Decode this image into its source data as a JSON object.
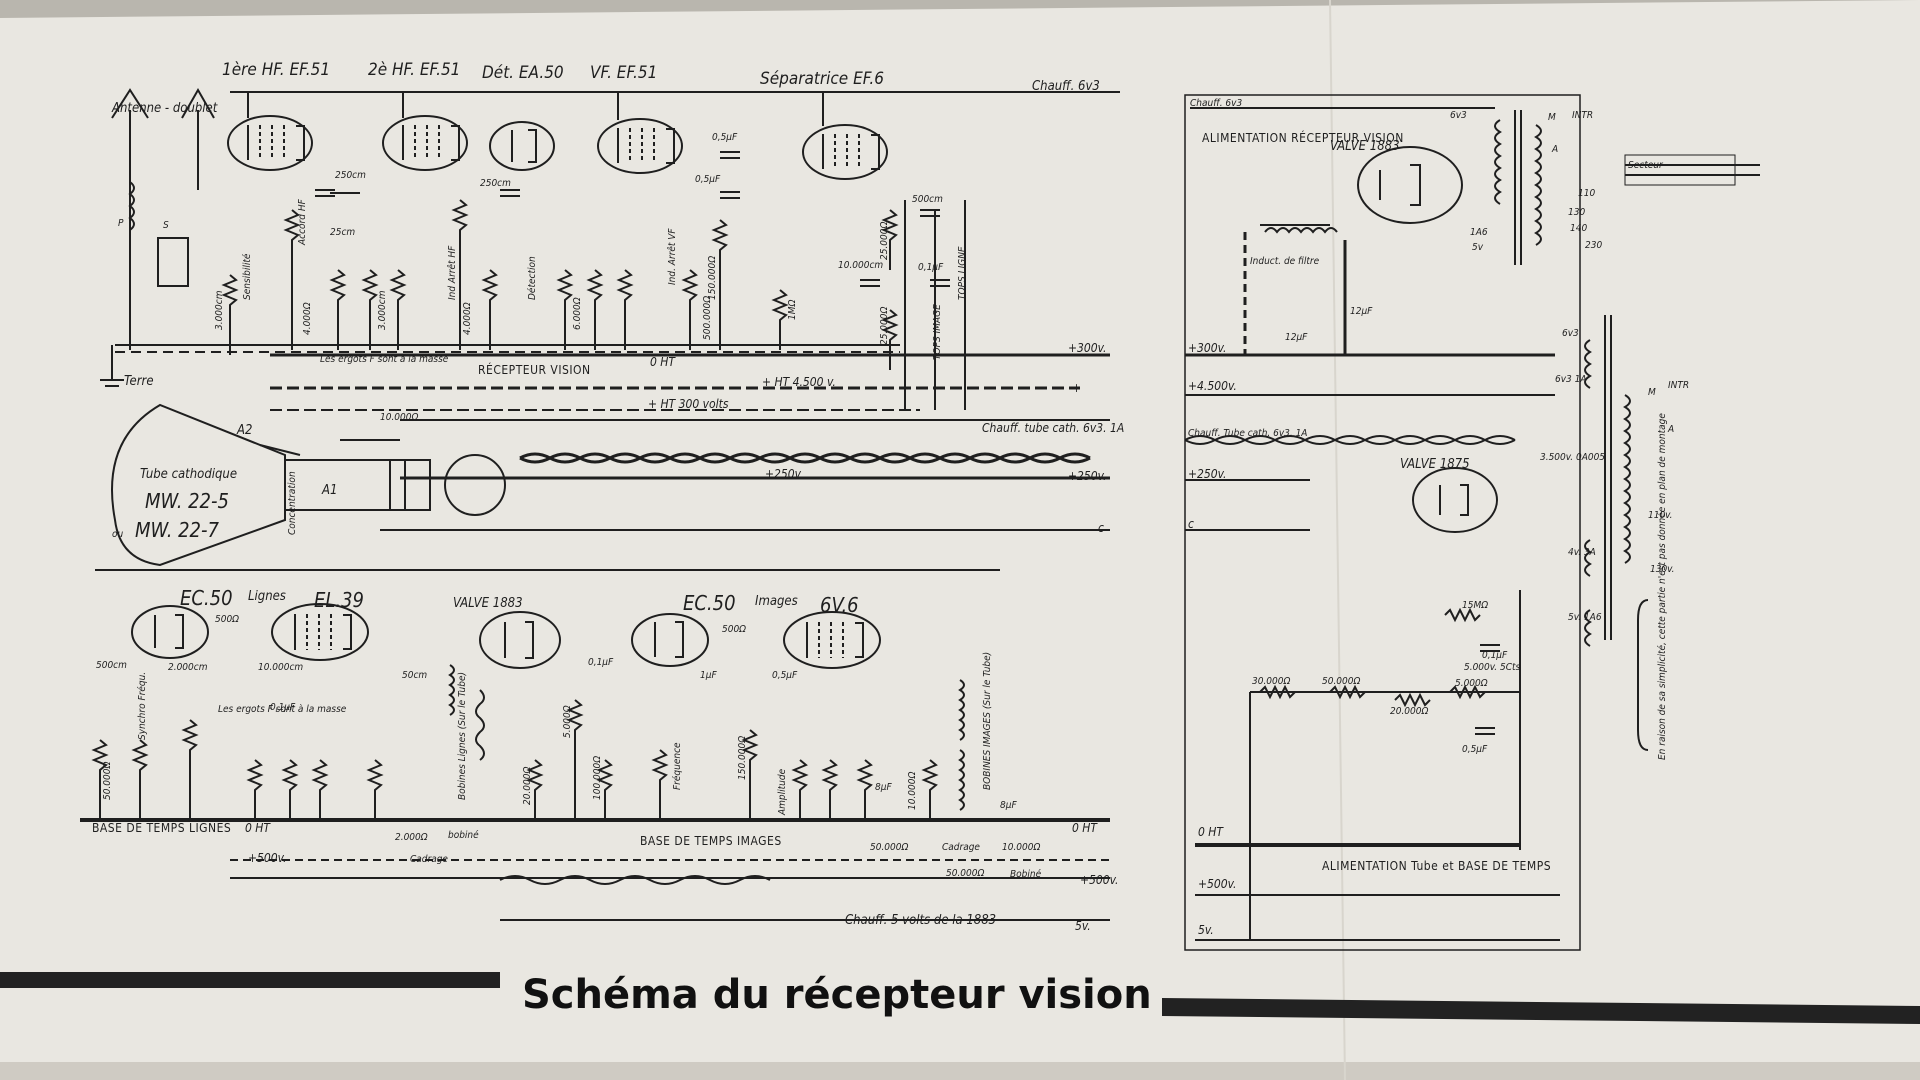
{
  "title": "Schéma du récepteur vision",
  "colors": {
    "paper": "#eae8e2",
    "ink": "#1f1f1f",
    "shadow": "#b9b6ae"
  },
  "left": {
    "tube_headers": {
      "hf1": "1ère HF. EF.51",
      "hf2": "2è HF. EF.51",
      "det": "Dét. EA.50",
      "vf": "VF. EF.51",
      "sep": "Séparatrice EF.6",
      "chauff": "Chauff. 6v3"
    },
    "antenna": "Antenne - doublet",
    "earth": "Terre",
    "components_top": {
      "p": "P",
      "s": "S",
      "sensibilite": "Sensibilité",
      "accord": "Accord HF",
      "c250a": "250cm",
      "c25": "25cm",
      "arret": "Ind Arrêt HF",
      "c250b": "250cm",
      "detection": "Détection",
      "c05a": "0,5µF",
      "c05b": "0,5µF",
      "arret_vf": "Ind. Arrêt VF",
      "c500": "500cm",
      "r25000a": "25.000Ω",
      "r25000b": "25.000Ω",
      "c10000": "10.000cm",
      "c01": "0,1µF",
      "r1m": "1MΩ",
      "tops_ligne": "TOPS LIGNE",
      "tops_image": "TOPS IMAGE",
      "r3000a": "3.000cm",
      "r4000a": "4.000Ω",
      "r3000b": "3.000cm",
      "r4000b": "4.000Ω",
      "r6000": "6.000Ω",
      "r150k": "150.000Ω",
      "r500k": "500.000Ω"
    },
    "recepteur_label": "RÉCEPTEUR VISION",
    "masse_note": "Les ergots F sont à la masse",
    "buses": {
      "b300": "+300v.",
      "ht4500": "+ HT 4.500 v.",
      "ht300": "+ HT 300 volts",
      "oht": "0 HT",
      "b250": "+250v.",
      "plus": "+",
      "c": "c",
      "chauff_tube": "Chauff. tube cath. 6v3. 1A"
    },
    "crt": {
      "name": "Tube cathodique",
      "model1": "MW. 22-5",
      "ou": "ou",
      "model2": "MW. 22-7",
      "a2": "A2",
      "a1": "A1",
      "concentration": "Concentration",
      "r10000": "10.000Ω"
    },
    "timebase": {
      "ec50a": "EC.50",
      "lignes": "Lignes",
      "el39": "EL.39",
      "valve1883": "VALVE 1883",
      "ec50b": "EC.50",
      "images": "Images",
      "v6": "6V.6",
      "r500a": "500Ω",
      "r500b": "500Ω",
      "c500": "500cm",
      "c2000": "2.000cm",
      "c10000": "10.000cm",
      "synchro": "Synchro Fréqu.",
      "c01a": "0,1µF",
      "c01b": "0,1µF",
      "c1": "1µF",
      "c05": "0,5µF",
      "c50": "50cm",
      "bobines": "Bobines Lignes (Sur le Tube)",
      "bobines_img": "BOBINES IMAGES (Sur le Tube)",
      "frequence": "Fréquence",
      "amplitude": "Amplitude",
      "c8a": "8µF",
      "c8b": "8µF",
      "r5000": "5.000Ω",
      "r50000": "50.000Ω",
      "r100000": "100.000Ω",
      "r150000": "150.000Ω",
      "r20000": "20.000Ω",
      "r10000": "10.000Ω",
      "ergots": "Les ergots F sont à la masse",
      "base_lignes": "BASE DE TEMPS LIGNES",
      "base_images": "BASE DE TEMPS IMAGES",
      "oht_a": "0 HT",
      "oht_b": "0 HT",
      "b500a": "+500v.",
      "b500b": "+500v.",
      "r2000": "2.000Ω",
      "bobine": "bobiné",
      "cadrage_a": "Cadrage",
      "r50000b": "50.000Ω",
      "cadrage_b": "Cadrage",
      "r10000b": "10.000Ω",
      "bobine_b": "Bobiné",
      "r50000c": "50.000Ω",
      "chauff_1883": "Chauff. 5 volts de la 1883",
      "v5": "5v."
    }
  },
  "right": {
    "chauff": "Chauff. 6v3",
    "alimentation": "ALIMENTATION RÉCEPTEUR VISION",
    "valve1883": "VALVE 1883",
    "v6v3": "6v3",
    "m": "M",
    "int": "INTR",
    "a": "A",
    "secteur": "Secteur",
    "taps": [
      "110",
      "130",
      "140",
      "230"
    ],
    "c5v": "5v",
    "c16": "1A6",
    "inductance": "Induct. de filtre",
    "c12a": "12µF",
    "c12b": "12µF",
    "b300": "+300v.",
    "b4500": "+4.500v.",
    "chauff_tube": "Chauff. Tube cath. 6v3. 1A",
    "v6v3b": "6v3",
    "v6v3c": "6v3 1A",
    "m2": "M",
    "int2": "INTR",
    "a2": "A",
    "b250": "+250v.",
    "valve1875": "VALVE 1875",
    "v3500": "3.500v. 0A005",
    "c": "c",
    "v110": "110v.",
    "v4": "4v. 3A",
    "v130": "130v.",
    "r15m": "15MΩ",
    "c01": "0,1µF",
    "v5000": "5.000v. 5Cts",
    "v5": "5v. 1A6",
    "r30000": "30.000Ω",
    "r50000": "50.000Ω",
    "r20000": "20.000Ω",
    "r5000": "5.000Ω",
    "c05": "0,5µF",
    "note": "En raison de sa simplicité, cette partie n'est pas donnée en plan de montage",
    "oht": "0 HT",
    "b500": "+500v.",
    "v5b": "5v.",
    "footer": "ALIMENTATION Tube et BASE DE TEMPS"
  }
}
